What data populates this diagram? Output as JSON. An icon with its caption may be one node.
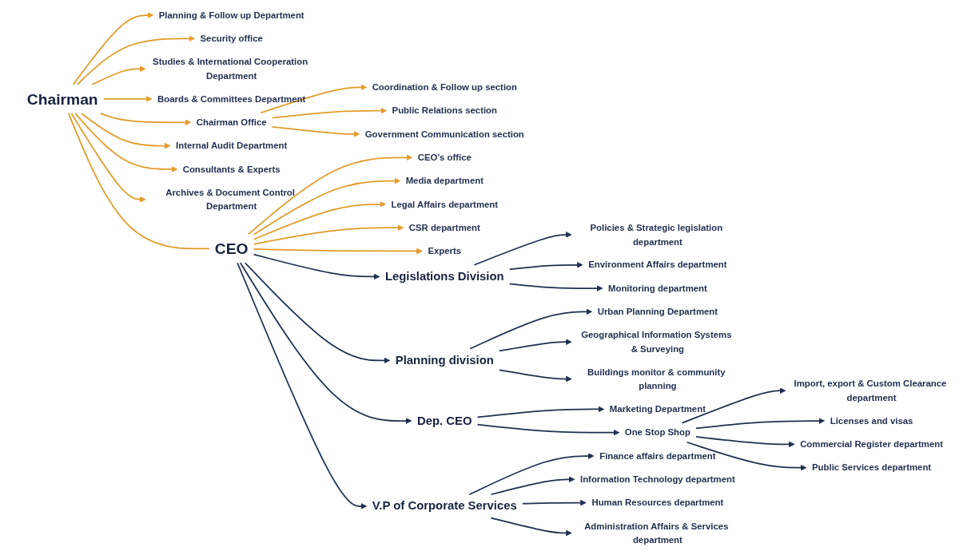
{
  "diagram": {
    "nodes": [
      {
        "text": [
          "Chairman"
        ]
      },
      {
        "text": [
          "Planning & Follow up Department"
        ]
      },
      {
        "text": [
          "Security office"
        ]
      },
      {
        "text": [
          "Studies & International Cooperation Department"
        ]
      },
      {
        "text": [
          "Boards & Committees Department"
        ]
      },
      {
        "text": [
          "Chairman Office"
        ]
      },
      {
        "text": [
          "Internal Audit Department"
        ]
      },
      {
        "text": [
          "Consultants & Experts"
        ]
      },
      {
        "text": [
          "Archives & Document Control Department"
        ]
      },
      {
        "text": [
          "CEO’s office"
        ]
      },
      {
        "text": [
          "Media department"
        ]
      },
      {
        "text": [
          "Legal Affairs department"
        ]
      },
      {
        "text": [
          "CSR department"
        ]
      },
      {
        "text": [
          "Experts"
        ]
      },
      {
        "text": [
          "CEO"
        ]
      },
      {
        "text": [
          "Coordination & Follow up section"
        ]
      },
      {
        "text": [
          "Public Relations section"
        ]
      },
      {
        "text": [
          "Government Communication section"
        ]
      },
      {
        "text": [
          "Legislations Division"
        ]
      },
      {
        "text": [
          "Planning division"
        ]
      },
      {
        "text": [
          "Dep. CEO"
        ]
      },
      {
        "text": [
          "V.P of Corporate Services"
        ]
      },
      {
        "text": [
          "Policies & Strategic legislation department"
        ]
      },
      {
        "text": [
          "Environment Affairs department"
        ]
      },
      {
        "text": [
          "Monitoring department"
        ]
      },
      {
        "text": [
          "Urban Planning Department"
        ]
      },
      {
        "text": [
          "Geographical Information Systems & Surveying"
        ]
      },
      {
        "text": [
          "Buildings monitor & community planning"
        ]
      },
      {
        "text": [
          "Marketing Department"
        ]
      },
      {
        "text": [
          "One Stop Shop"
        ]
      },
      {
        "text": [
          "Import, export & Custom Clearance department"
        ]
      },
      {
        "text": [
          "Licenses and visas"
        ]
      },
      {
        "text": [
          "Commercial Register department"
        ]
      },
      {
        "text": [
          "Public Services department"
        ]
      },
      {
        "text": [
          "Finance affairs department"
        ]
      },
      {
        "text": [
          "Information Technology department"
        ]
      },
      {
        "text": [
          "Human Resources department"
        ]
      },
      {
        "text": [
          "Administration Affairs & Services department"
        ]
      }
    ],
    "edges": [
      {
        "from": 0,
        "to": 1,
        "arrow": "to",
        "color": "#e39b2a"
      },
      {
        "from": 0,
        "to": 2,
        "arrow": "to",
        "color": "#e39b2a"
      },
      {
        "from": 0,
        "to": 3,
        "arrow": "to",
        "color": "#e39b2a"
      },
      {
        "from": 0,
        "to": 4,
        "arrow": "to",
        "color": "#e39b2a"
      },
      {
        "from": 0,
        "to": 5,
        "arrow": "to",
        "color": "#e39b2a"
      },
      {
        "from": 0,
        "to": 6,
        "arrow": "to",
        "color": "#e39b2a"
      },
      {
        "from": 0,
        "to": 7,
        "arrow": "to",
        "color": "#e39b2a"
      },
      {
        "from": 0,
        "to": 8,
        "arrow": "to",
        "color": "#e39b2a"
      },
      {
        "from": 0,
        "to": 14,
        "arrow": "none",
        "color": "#e39b2a"
      },
      {
        "from": 14,
        "to": 9,
        "arrow": "to",
        "color": "#e39b2a"
      },
      {
        "from": 14,
        "to": 10,
        "arrow": "to",
        "color": "#e39b2a"
      },
      {
        "from": 14,
        "to": 11,
        "arrow": "to",
        "color": "#e39b2a"
      },
      {
        "from": 14,
        "to": 12,
        "arrow": "to",
        "color": "#e39b2a"
      },
      {
        "from": 14,
        "to": 13,
        "arrow": "to",
        "color": "#e39b2a"
      },
      {
        "from": 5,
        "to": 15,
        "arrow": "to",
        "color": "#e39b2a"
      },
      {
        "from": 5,
        "to": 16,
        "arrow": "to",
        "color": "#e39b2a"
      },
      {
        "from": 5,
        "to": 17,
        "arrow": "to",
        "color": "#e39b2a"
      },
      {
        "from": 14,
        "to": 18,
        "arrow": "to"
      },
      {
        "from": 14,
        "to": 19,
        "arrow": "to"
      },
      {
        "from": 14,
        "to": 20,
        "arrow": "to"
      },
      {
        "from": 14,
        "to": 21,
        "arrow": "to"
      },
      {
        "from": 18,
        "to": 22,
        "arrow": "to"
      },
      {
        "from": 18,
        "to": 23,
        "arrow": "to"
      },
      {
        "from": 18,
        "to": 24,
        "arrow": "to"
      },
      {
        "from": 19,
        "to": 25,
        "arrow": "to"
      },
      {
        "from": 19,
        "to": 26,
        "arrow": "to"
      },
      {
        "from": 19,
        "to": 27,
        "arrow": "to"
      },
      {
        "from": 20,
        "to": 28,
        "arrow": "to"
      },
      {
        "from": 20,
        "to": 29,
        "arrow": "to"
      },
      {
        "from": 29,
        "to": 30,
        "arrow": "to"
      },
      {
        "from": 29,
        "to": 31,
        "arrow": "to"
      },
      {
        "from": 29,
        "to": 32,
        "arrow": "to"
      },
      {
        "from": 29,
        "to": 33,
        "arrow": "to"
      },
      {
        "from": 21,
        "to": 34,
        "arrow": "to"
      },
      {
        "from": 21,
        "to": 35,
        "arrow": "to"
      },
      {
        "from": 21,
        "to": 36,
        "arrow": "to"
      },
      {
        "from": 21,
        "to": 37,
        "arrow": "to"
      }
    ]
  }
}
